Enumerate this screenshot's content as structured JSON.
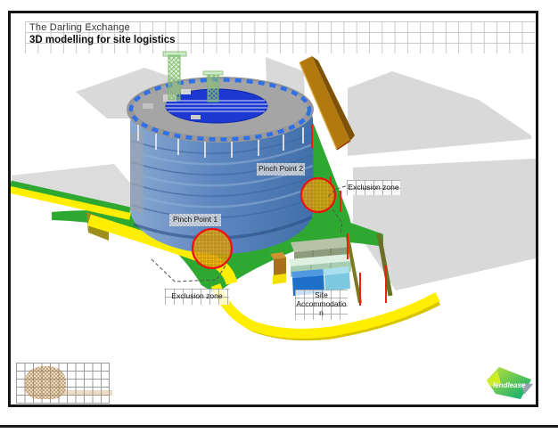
{
  "title": {
    "line1": "The Darling Exchange",
    "line2": "3D modelling for site logistics"
  },
  "labels": {
    "pinch_point_1": "Pinch Point 1",
    "pinch_point_2": "Pinch Point 2",
    "exclusion_zone_right": "Exclusion zone",
    "exclusion_zone_bottom": "Exclusion zone",
    "site_accommodation": "Site Accommodation"
  },
  "logo": {
    "brand": "lendlease"
  },
  "scene": {
    "colors": {
      "building_blue": "#5d87c1",
      "deck_gray": "#989898",
      "ground_green": "#2fa832",
      "road_yellow": "#ffee00",
      "ramp_brown": "#b2790f",
      "exclusion_red": "#ee1111",
      "crane_green": "#7cb86c",
      "background_block_gray": "#d9d9d9",
      "container_blue": "#1e6fc8",
      "container_light_blue": "#7cc8e0",
      "container_mint": "#a9cdb2",
      "container_olive": "#8d9c7c"
    }
  }
}
